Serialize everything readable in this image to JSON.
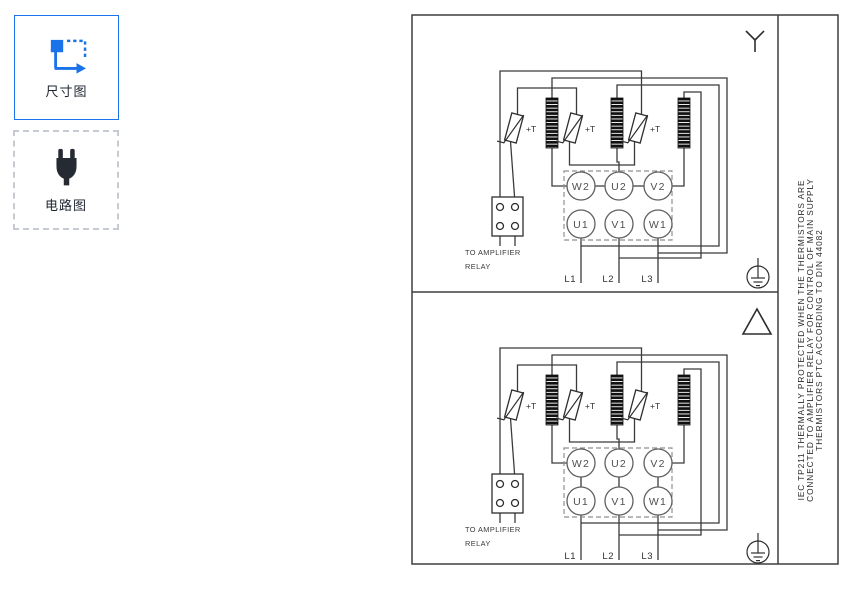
{
  "sidebar": {
    "items": [
      {
        "label": "尺寸图",
        "state": "selected",
        "icon": "dimension-icon"
      },
      {
        "label": "电路图",
        "state": "default",
        "icon": "plug-icon"
      }
    ]
  },
  "diagram": {
    "thermistor_label": "+T",
    "relay_caption": [
      "TO AMPLIFIER",
      "RELAY"
    ],
    "panels": [
      {
        "connection": "star",
        "terminals_top": [
          "W2",
          "U2",
          "V2"
        ],
        "terminals_bottom": [
          "U1",
          "V1",
          "W1"
        ],
        "mains": [
          "L1",
          "L2",
          "L3"
        ]
      },
      {
        "connection": "delta",
        "terminals_top": [
          "W2",
          "U2",
          "V2"
        ],
        "terminals_bottom": [
          "U1",
          "V1",
          "W1"
        ],
        "mains": [
          "L1",
          "L2",
          "L3"
        ]
      }
    ],
    "side_note": [
      "IEC TP211 THERMALLY PROTECTED WHEN THE THERMISTORS ARE",
      "CONNECTED TO AMPLIFIER RELAY FOR CONTROL OF MAIN SUPPLY",
      "THERMISTORS PTC ACCORDING TO DIN 44082"
    ]
  },
  "colors": {
    "accent_blue": "#1a73e8",
    "line": "#3b3b3b"
  }
}
